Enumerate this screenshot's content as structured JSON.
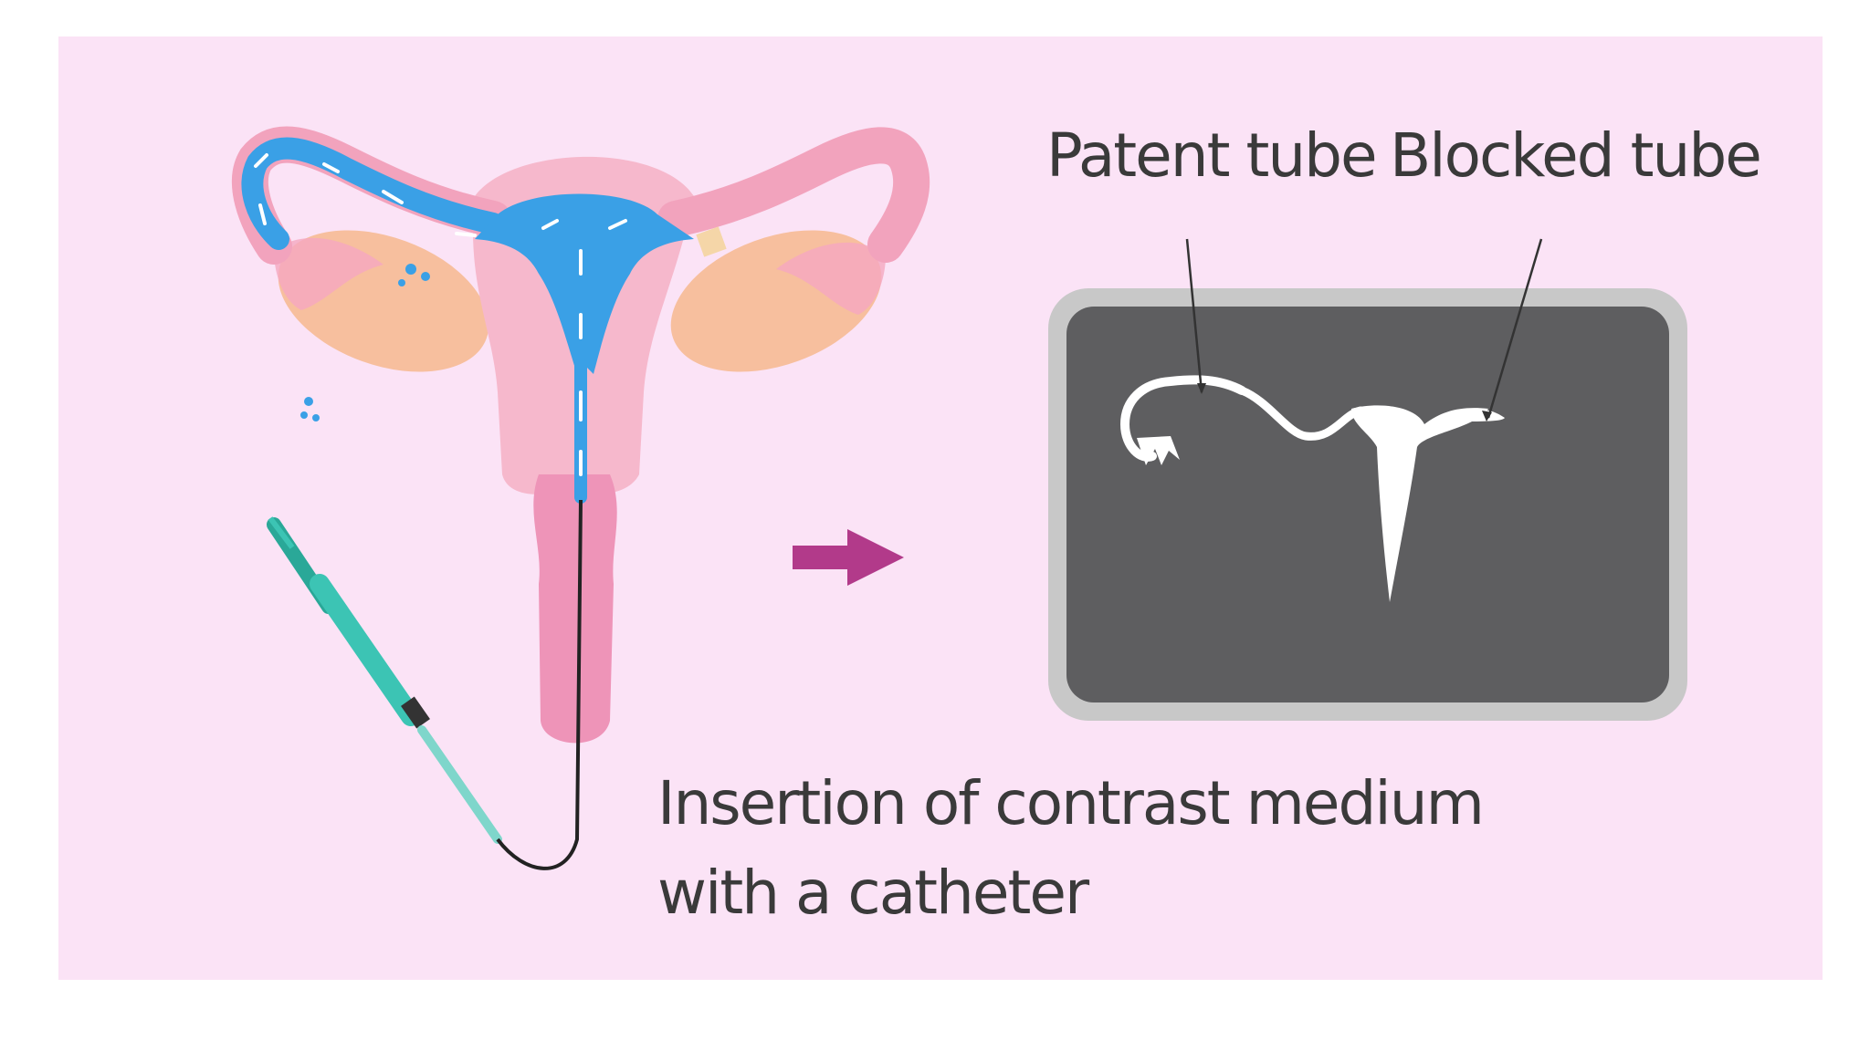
{
  "labels": {
    "patent_tube": "Patent tube",
    "blocked_tube": "Blocked tube"
  },
  "caption": {
    "line1": "Insertion of contrast medium",
    "line2": "with a catheter"
  },
  "colors": {
    "background": "#fbe3f6",
    "uterus": "#f6b8cc",
    "contrast": "#3aa0e6",
    "ovary": "#f7bf9e",
    "syringe": "#3cc4b4",
    "arrow": "#b23a8a",
    "xray_frame": "#c8c8c8",
    "xray_screen": "#5e5e60",
    "xray_dye": "#ffffff",
    "text": "#3a3a3a"
  }
}
